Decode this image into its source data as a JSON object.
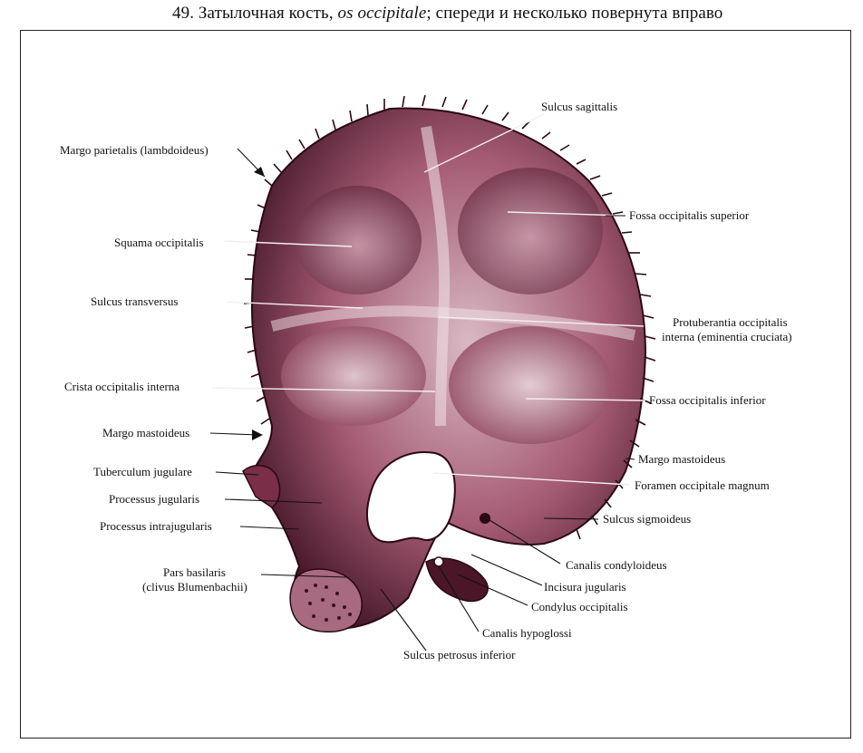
{
  "caption": {
    "number": "49.",
    "title_ru": "Затылочная кость,",
    "title_la": "os occipitale",
    "suffix": "; спереди и несколько повернута вправо"
  },
  "colors": {
    "bone_dark": "#3a0f20",
    "bone_mid": "#8a3d56",
    "bone_light": "#d9b9c4",
    "foramen": "#ffffff",
    "ink": "#111111"
  },
  "labels": {
    "sulcus_sagittalis": "Sulcus sagittalis",
    "margo_parietalis": "Margo parietalis (lambdoideus)",
    "fossa_occ_superior": "Fossa occipitalis superior",
    "squama_occipitalis": "Squama occipitalis",
    "sulcus_transversus": "Sulcus transversus",
    "protuberantia_1": "Protuberantia occipitalis",
    "protuberantia_2": "interna (eminentia cruciata)",
    "crista_occ_interna": "Crista occipitalis interna",
    "fossa_occ_inferior": "Fossa occipitalis inferior",
    "margo_mastoideus_left": "Margo mastoideus",
    "margo_mastoideus_right": "Margo mastoideus",
    "tuberculum_jugulare": "Tuberculum jugulare",
    "foramen_occ_magnum": "Foramen occipitale magnum",
    "processus_jugularis": "Processus jugularis",
    "sulcus_sigmoideus": "Sulcus sigmoideus",
    "processus_intrajugularis": "Processus intrajugularis",
    "canalis_condyloideus": "Canalis condyloideus",
    "pars_basilaris_1": "Pars basilaris",
    "pars_basilaris_2": "(clivus Blumenbachii)",
    "incisura_jugularis": "Incisura jugularis",
    "condylus_occipitalis": "Condylus occipitalis",
    "canalis_hypoglossi": "Canalis hypoglossi",
    "sulcus_petrosus_inferior": "Sulcus petrosus inferior"
  }
}
